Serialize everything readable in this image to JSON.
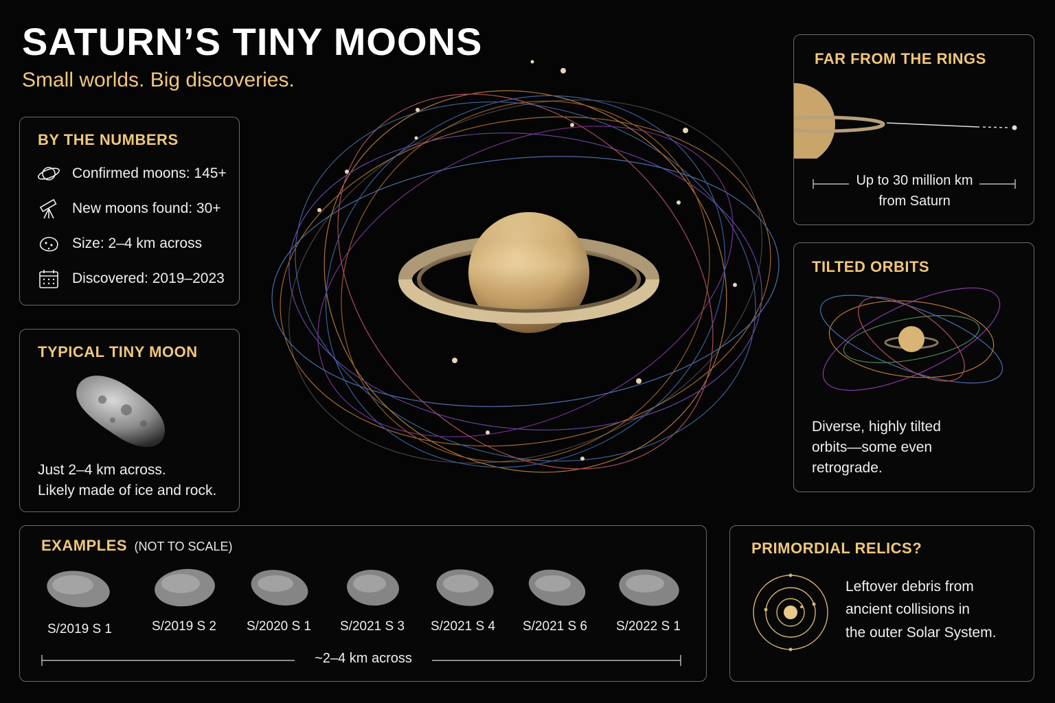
{
  "header": {
    "title": "SATURN’S TINY MOONS",
    "subtitle": "Small worlds. Big discoveries."
  },
  "numbers": {
    "title": "BY THE NUMBERS",
    "items": [
      {
        "icon": "saturn-icon",
        "label": "Confirmed moons: 145+"
      },
      {
        "icon": "telescope-icon",
        "label": "New moons found: 30+"
      },
      {
        "icon": "rock-icon",
        "label": "Size: 2–4 km across"
      },
      {
        "icon": "calendar-icon",
        "label": "Discovered: 2019–2023"
      }
    ]
  },
  "typical": {
    "title": "TYPICAL TINY MOON",
    "line1": "Just 2–4 km across.",
    "line2": "Likely made of ice and rock."
  },
  "far": {
    "title": "FAR FROM THE RINGS",
    "line1": "Up to 30 million km",
    "line2": "from Saturn"
  },
  "tilted": {
    "title": "TILTED ORBITS",
    "line1": "Diverse, highly tilted",
    "line2": "orbits—some even",
    "line3": "retrograde."
  },
  "examples": {
    "title": "EXAMPLES",
    "note": "(NOT TO SCALE)",
    "moons": [
      "S/2019 S 1",
      "S/2019 S 2",
      "S/2020 S 1",
      "S/2021 S 3",
      "S/2021 S 4",
      "S/2021 S 6",
      "S/2022 S 1"
    ],
    "scale": "~2–4 km across"
  },
  "relics": {
    "title": "PRIMORDIAL RELICS?",
    "line1": "Leftover debris from",
    "line2": "ancient collisions in",
    "line3": "the outer Solar System."
  },
  "colors": {
    "accent": "#f1c77a",
    "border": "#6b6b6b",
    "background": "#050505"
  }
}
